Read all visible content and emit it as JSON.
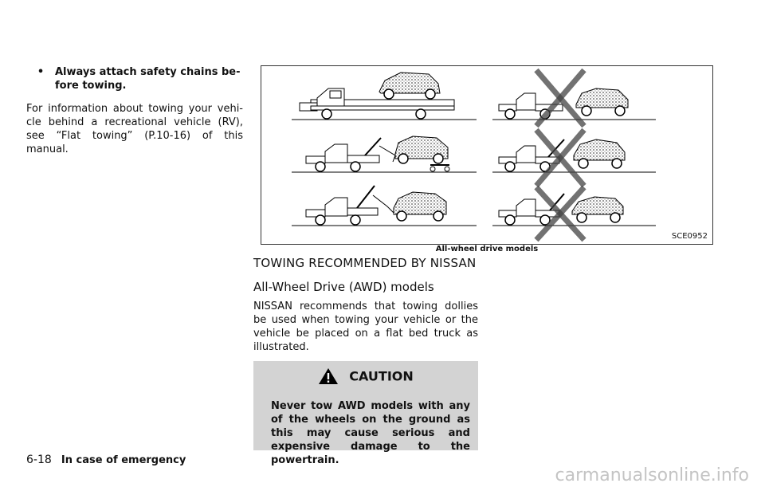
{
  "left": {
    "bullet_symbol": "•",
    "bullet_text": "Always attach safety chains be-fore towing.",
    "paragraph": "For information about towing your vehi-cle behind a recreational vehicle (RV), see “Flat towing” (P.10-16) of this manual."
  },
  "figure": {
    "code": "SCE0952",
    "caption": "All-wheel drive models"
  },
  "section": {
    "heading": "TOWING RECOMMENDED BY NISSAN",
    "subheading": "All-Wheel Drive (AWD) models",
    "body": "NISSAN recommends that towing dollies be used when towing your vehicle or the vehicle be placed on a flat bed truck as illustrated."
  },
  "caution": {
    "title": "CAUTION",
    "text": "Never tow AWD models with any of the wheels on the ground as this may cause serious and expensive damage to the powertrain."
  },
  "footer": {
    "page_number": "6-18",
    "section_title": "In case of emergency"
  },
  "watermark": "carmanualsonline.info"
}
